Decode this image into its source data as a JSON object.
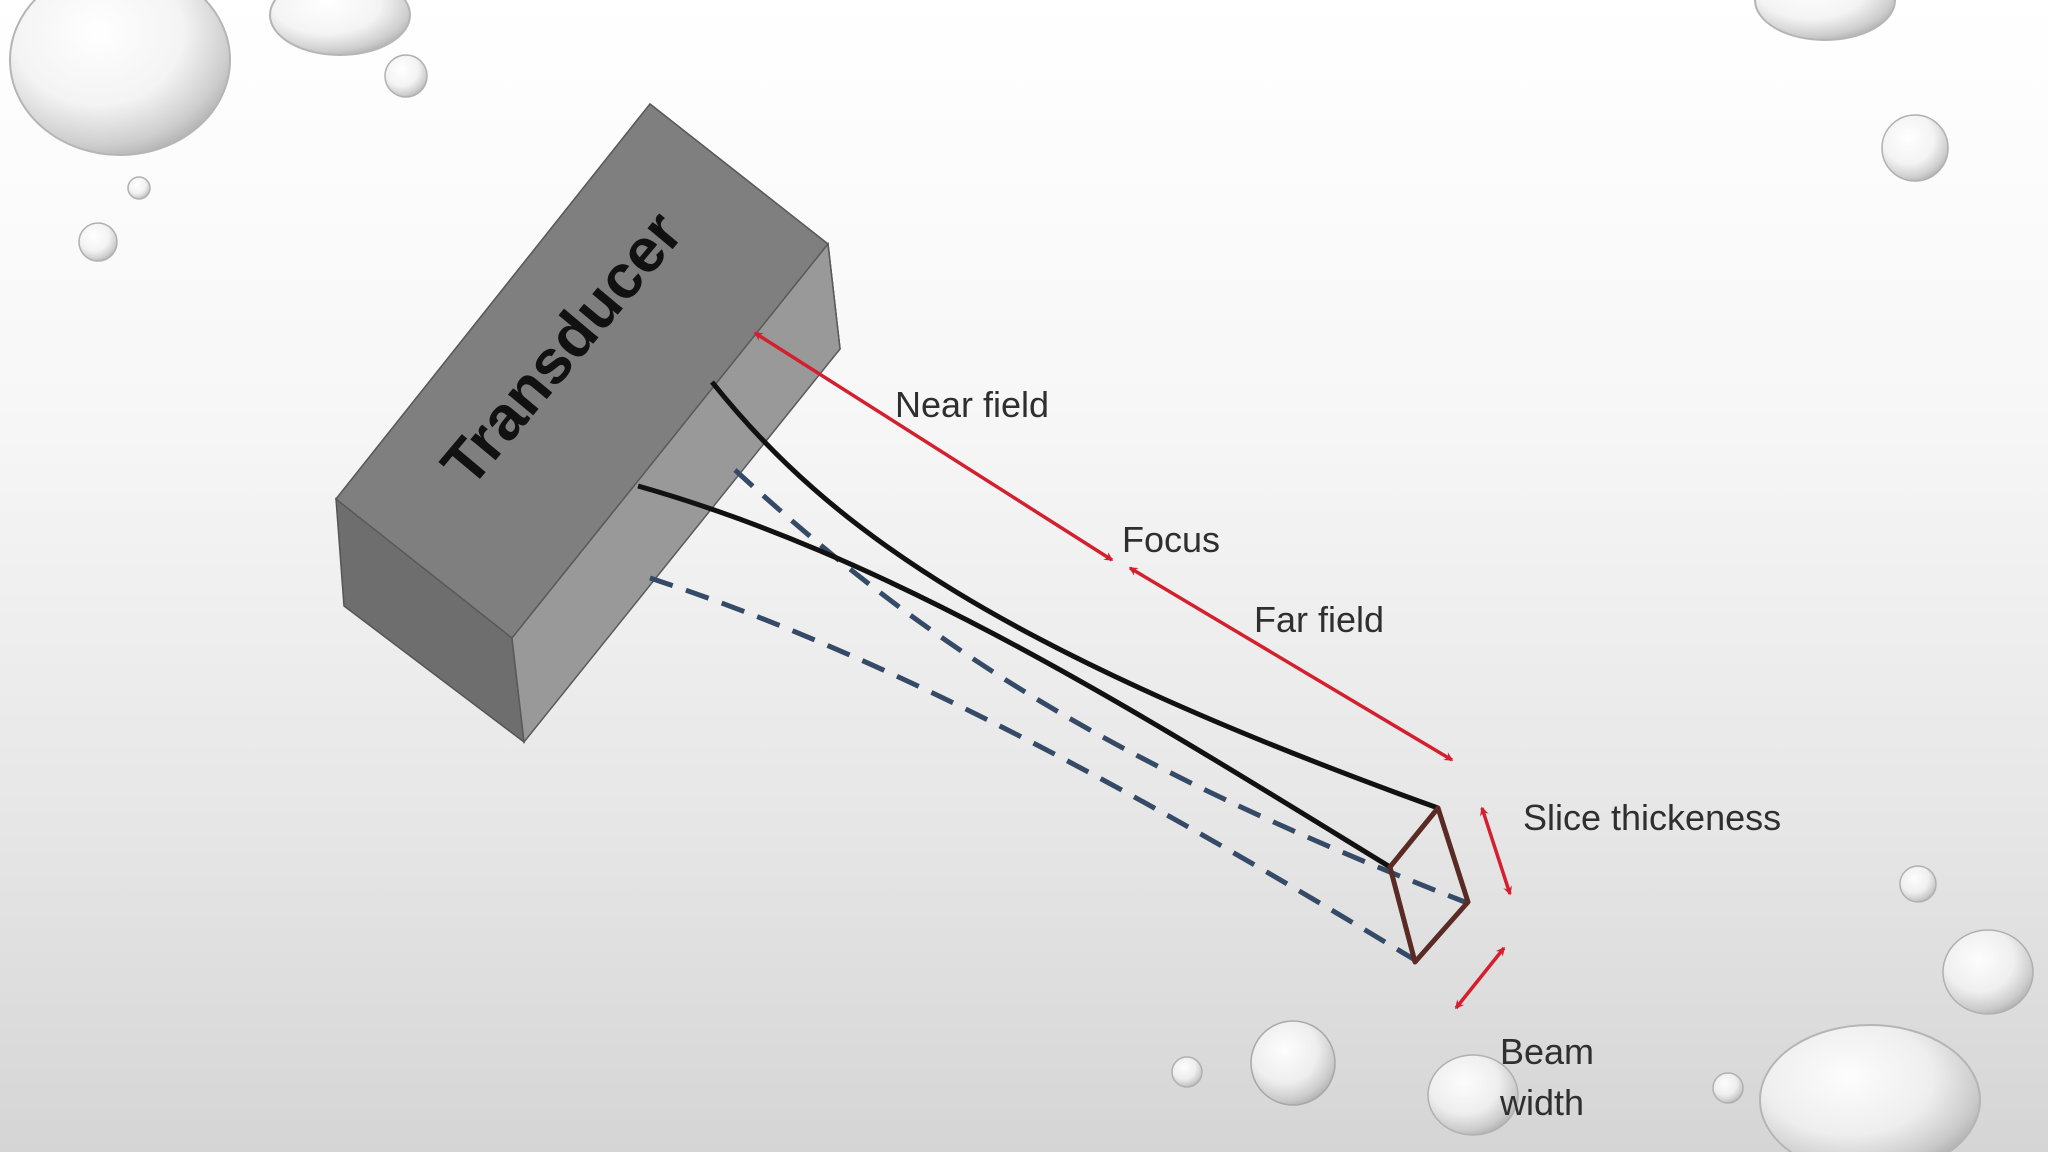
{
  "labels": {
    "transducer": "Transducer",
    "near_field": "Near field",
    "focus": "Focus",
    "far_field": "Far field",
    "slice_thickness": "Slice thickeness",
    "beam_width_line1": "Beam",
    "beam_width_line2": "width"
  },
  "colors": {
    "arrow": "#d4202e",
    "beam_solid": "#111111",
    "beam_dashed": "#344a66",
    "box_top": "#7c7c7c",
    "box_front": "#707070",
    "box_side": "#999999",
    "end_outline": "#5a2a24"
  },
  "decorations": [
    "water-droplets"
  ]
}
